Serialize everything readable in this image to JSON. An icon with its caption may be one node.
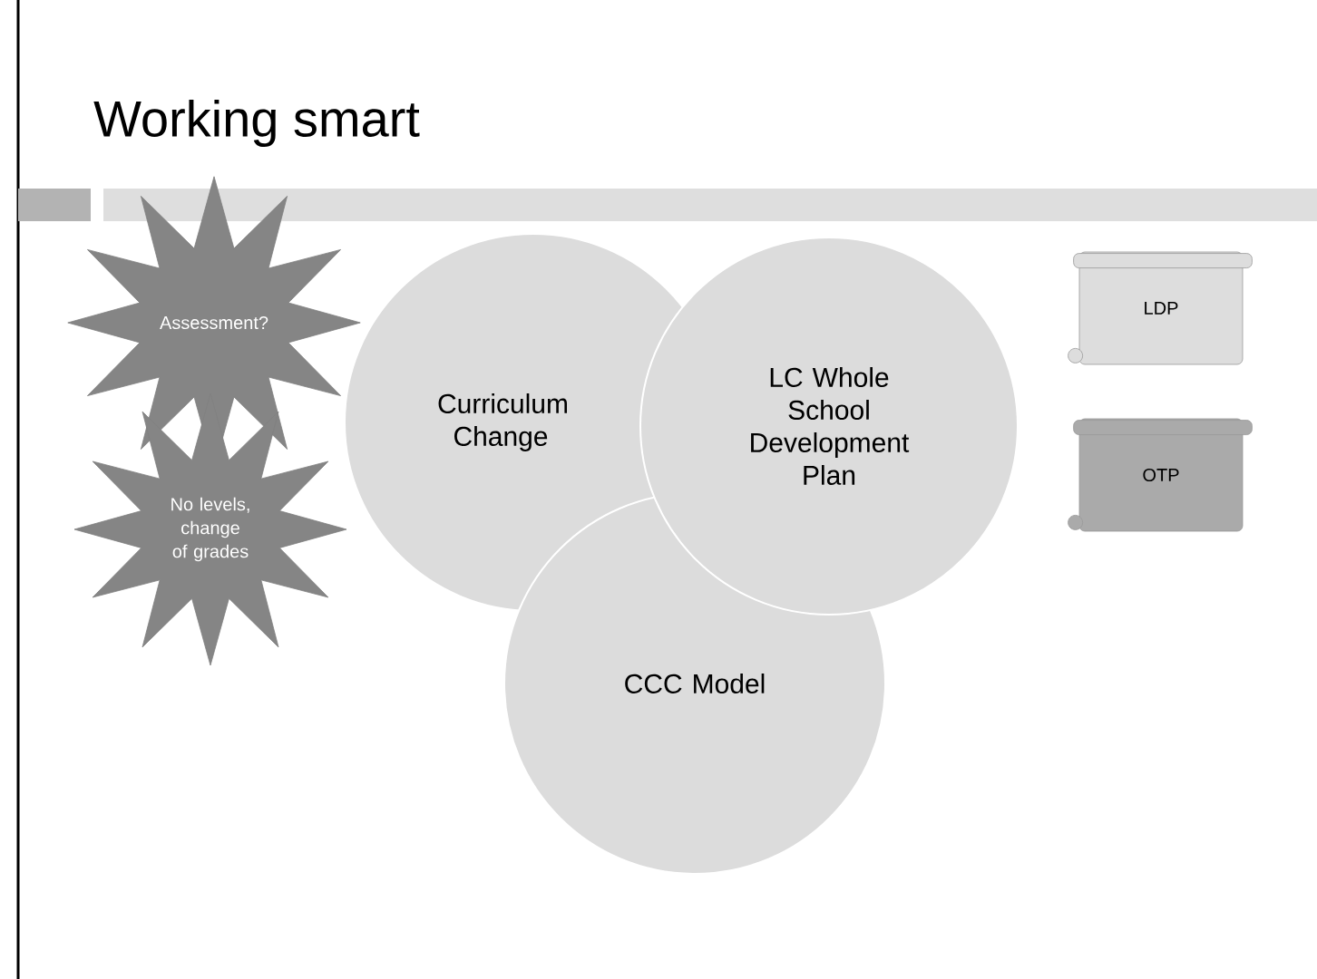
{
  "diagram": {
    "title": "Working smart",
    "nodes": [
      {
        "text": [
          "Curriculum Change"
        ]
      },
      {
        "text": [
          "LC Whole School Development Plan"
        ]
      },
      {
        "text": [
          "CCC Model"
        ]
      },
      {
        "text": [
          "Assessment?"
        ]
      },
      {
        "text": [
          "No levels, change of grades"
        ]
      },
      {
        "text": [
          "LDP"
        ]
      },
      {
        "text": [
          "OTP"
        ]
      }
    ]
  }
}
